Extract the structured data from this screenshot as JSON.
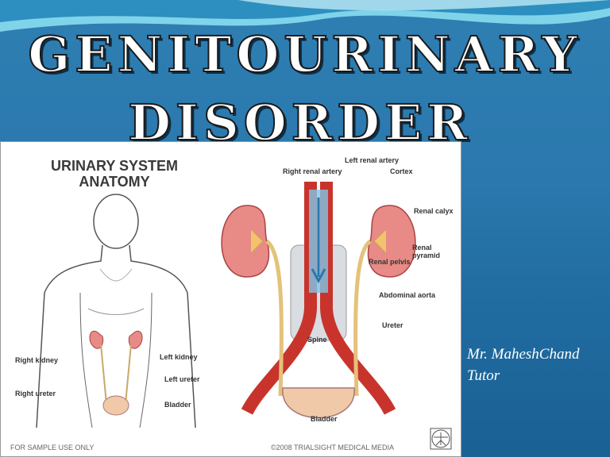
{
  "slide": {
    "title_line1": "GENITOURINARY",
    "title_line2": "DISORDER",
    "author_name": "Mr. MaheshChand",
    "author_role": "Tutor"
  },
  "figure": {
    "title_line1": "URINARY SYSTEM",
    "title_line2": "ANATOMY",
    "labels": {
      "right_kidney": "Right kidney",
      "left_kidney": "Left kidney",
      "left_ureter": "Left ureter",
      "right_ureter": "Right ureter",
      "bladder_small": "Bladder",
      "right_renal_artery": "Right renal artery",
      "left_renal_artery": "Left renal artery",
      "cortex": "Cortex",
      "renal_calyx": "Renal calyx",
      "renal_pyramid": "Renal pyramid",
      "renal_pelvis": "Renal pelvis",
      "abdominal_aorta": "Abdominal aorta",
      "ureter": "Ureter",
      "spine": "Spine",
      "bladder_large": "Bladder"
    },
    "footer_left": "FOR SAMPLE USE ONLY",
    "footer_right": "©2008 TRIALSIGHT MEDICAL MEDIA"
  },
  "colors": {
    "background": "#2a78ad",
    "title": "#ffffff",
    "kidney": "#e88a86",
    "aorta": "#c8342c"
  }
}
